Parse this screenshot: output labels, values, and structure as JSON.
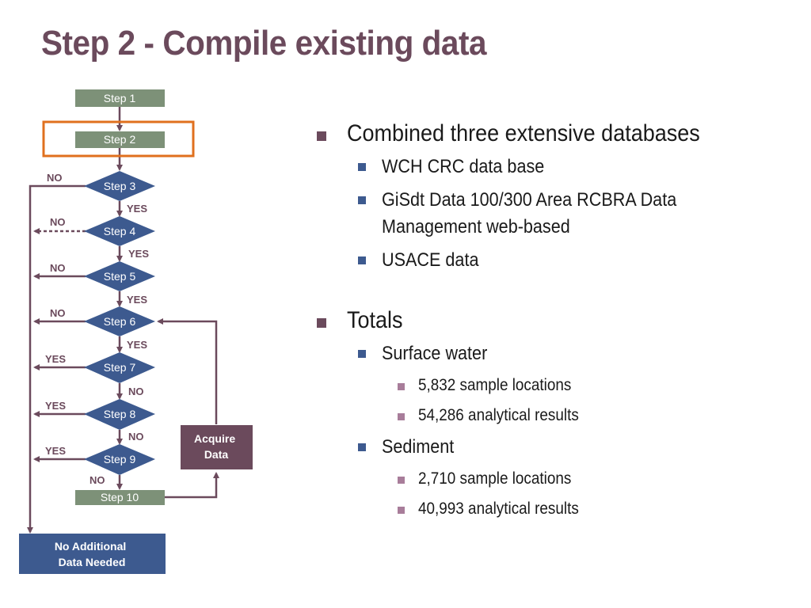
{
  "title": "Step 2 - Compile existing data",
  "flowchart": {
    "steps": [
      "Step 1",
      "Step 2",
      "Step 3",
      "Step 4",
      "Step 5",
      "Step 6",
      "Step 7",
      "Step 8",
      "Step 9",
      "Step 10"
    ],
    "acquire_data": "Acquire Data",
    "no_additional_data": "No Additional Data Needed",
    "labels": {
      "step3_out": "NO",
      "step3_down": "YES",
      "step4_out": "NO",
      "step4_down": "YES",
      "step5_out": "NO",
      "step5_down": "YES",
      "step6_out": "NO",
      "step6_down": "YES",
      "step7_out": "YES",
      "step7_down": "NO",
      "step8_out": "YES",
      "step8_down": "NO",
      "step9_out": "YES",
      "step9_down": "NO"
    },
    "colors": {
      "rect_step": "#7d9178",
      "diamond": "#3d5a8f",
      "arrow": "#6b4a5c",
      "highlight": "#e0701e",
      "acquire_box": "#6b4a5c",
      "no_additional_box": "#3d5a8f"
    }
  },
  "bullets": [
    {
      "level": 1,
      "text": "Combined three extensive databases"
    },
    {
      "level": 2,
      "text": "WCH CRC data base"
    },
    {
      "level": 2,
      "text": "GiSdt Data 100/300 Area RCBRA Data Management web-based"
    },
    {
      "level": 2,
      "text": "USACE data"
    },
    {
      "level": 1,
      "text": "Totals"
    },
    {
      "level": 2,
      "text": "Surface water"
    },
    {
      "level": 3,
      "text": "5,832 sample locations"
    },
    {
      "level": 3,
      "text": "54,286 analytical results"
    },
    {
      "level": 2,
      "text": "Sediment"
    },
    {
      "level": 3,
      "text": "2,710 sample locations"
    },
    {
      "level": 3,
      "text": "40,993 analytical results"
    }
  ]
}
